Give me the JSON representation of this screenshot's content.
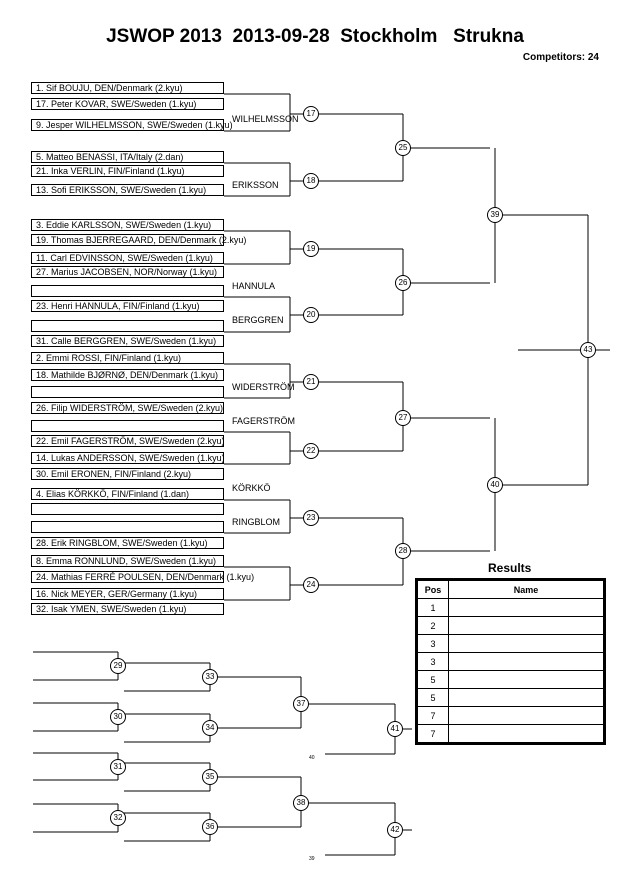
{
  "header": {
    "title": "JSWOP 2013  2013-09-28  Stockholm   Strukna",
    "competitors": "Competitors: 24"
  },
  "entries": [
    {
      "text": "1. Sif BOUJU, DEN/Denmark (2.kyu)"
    },
    {
      "text": "17. Peter KOVAR, SWE/Sweden (1.kyu)"
    },
    {
      "text": "9. Jesper WILHELMSSON, SWE/Sweden (1.kyu)"
    },
    {
      "text": ""
    },
    {
      "text": "5. Matteo BENASSI, ITA/Italy (2.dan)"
    },
    {
      "text": "21. Inka VERLIN, FIN/Finland (1.kyu)"
    },
    {
      "text": "13. Sofi ERIKSSON, SWE/Sweden (1.kyu)"
    },
    {
      "text": ""
    },
    {
      "text": "3. Eddie KARLSSON, SWE/Sweden (1.kyu)"
    },
    {
      "text": "19. Thomas BJERREGAARD, DEN/Denmark (2.kyu)"
    },
    {
      "text": "11. Carl EDVINSSON, SWE/Sweden (1.kyu)"
    },
    {
      "text": "27. Marius JACOBSEN, NOR/Norway (1.kyu)"
    },
    {
      "text": ""
    },
    {
      "text": "23. Henri HANNULA, FIN/Finland (1.kyu)"
    },
    {
      "text": ""
    },
    {
      "text": "31. Calle  BERGGREN, SWE/Sweden (1.kyu)"
    },
    {
      "text": "2. Emmi ROSSI, FIN/Finland (1.kyu)"
    },
    {
      "text": "18. Mathilde BJØRNØ, DEN/Denmark (1.kyu)"
    },
    {
      "text": ""
    },
    {
      "text": "26. Filip WIDERSTRÖM, SWE/Sweden (2.kyu)"
    },
    {
      "text": ""
    },
    {
      "text": "22. Emil FAGERSTRÖM, SWE/Sweden (2.kyu)"
    },
    {
      "text": "14. Lukas ANDERSSON, SWE/Sweden (1.kyu)"
    },
    {
      "text": "30. Emil ERONEN, FIN/Finland (2.kyu)"
    },
    {
      "text": "4. Elias KÖRKKÖ, FIN/Finland (1.dan)"
    },
    {
      "text": ""
    },
    {
      "text": ""
    },
    {
      "text": "28. Erik RINGBLOM, SWE/Sweden (1.kyu)"
    },
    {
      "text": "8. Emma RONNLUND, SWE/Sweden (1.kyu)"
    },
    {
      "text": "24. Mathias FERRÉ POULSEN, DEN/Denmark (1.kyu)"
    },
    {
      "text": "16. Nick  MEYER, GER/Germany (1.kyu)"
    },
    {
      "text": "32. Isak YMEN, SWE/Sweden (1.kyu)"
    }
  ],
  "first_round_winners": [
    {
      "label": "17",
      "winner": "WILHELMSSON"
    },
    {
      "label": "18",
      "winner": "ERIKSSON"
    },
    {
      "label": "19",
      "winner": ""
    },
    {
      "label": "20",
      "winner": "HANNULA",
      "winner2": "BERGGREN"
    },
    {
      "label": "21",
      "winner": "WIDERSTRÖM"
    },
    {
      "label": "22",
      "winner": "FAGERSTRÖM"
    },
    {
      "label": "23",
      "winner": "KÖRKKÖ",
      "winner2": "RINGBLOM"
    },
    {
      "label": "24",
      "winner": ""
    }
  ],
  "rounds": {
    "r2": [
      "25",
      "26",
      "27",
      "28"
    ],
    "semis": [
      "39",
      "40"
    ],
    "final": "43"
  },
  "repechage": {
    "round1": [
      "29",
      "30",
      "31",
      "32"
    ],
    "round2": [
      "33",
      "34",
      "35",
      "36"
    ],
    "round3": [
      "37",
      "38"
    ],
    "round4": [
      "41",
      "42"
    ],
    "small_labels": [
      "40",
      "39"
    ]
  },
  "results": {
    "title": "Results",
    "header_pos": "Pos",
    "header_name": "Name",
    "rows": [
      {
        "pos": "1",
        "name": ""
      },
      {
        "pos": "2",
        "name": ""
      },
      {
        "pos": "3",
        "name": ""
      },
      {
        "pos": "3",
        "name": ""
      },
      {
        "pos": "5",
        "name": ""
      },
      {
        "pos": "5",
        "name": ""
      },
      {
        "pos": "7",
        "name": ""
      },
      {
        "pos": "7",
        "name": ""
      }
    ]
  }
}
